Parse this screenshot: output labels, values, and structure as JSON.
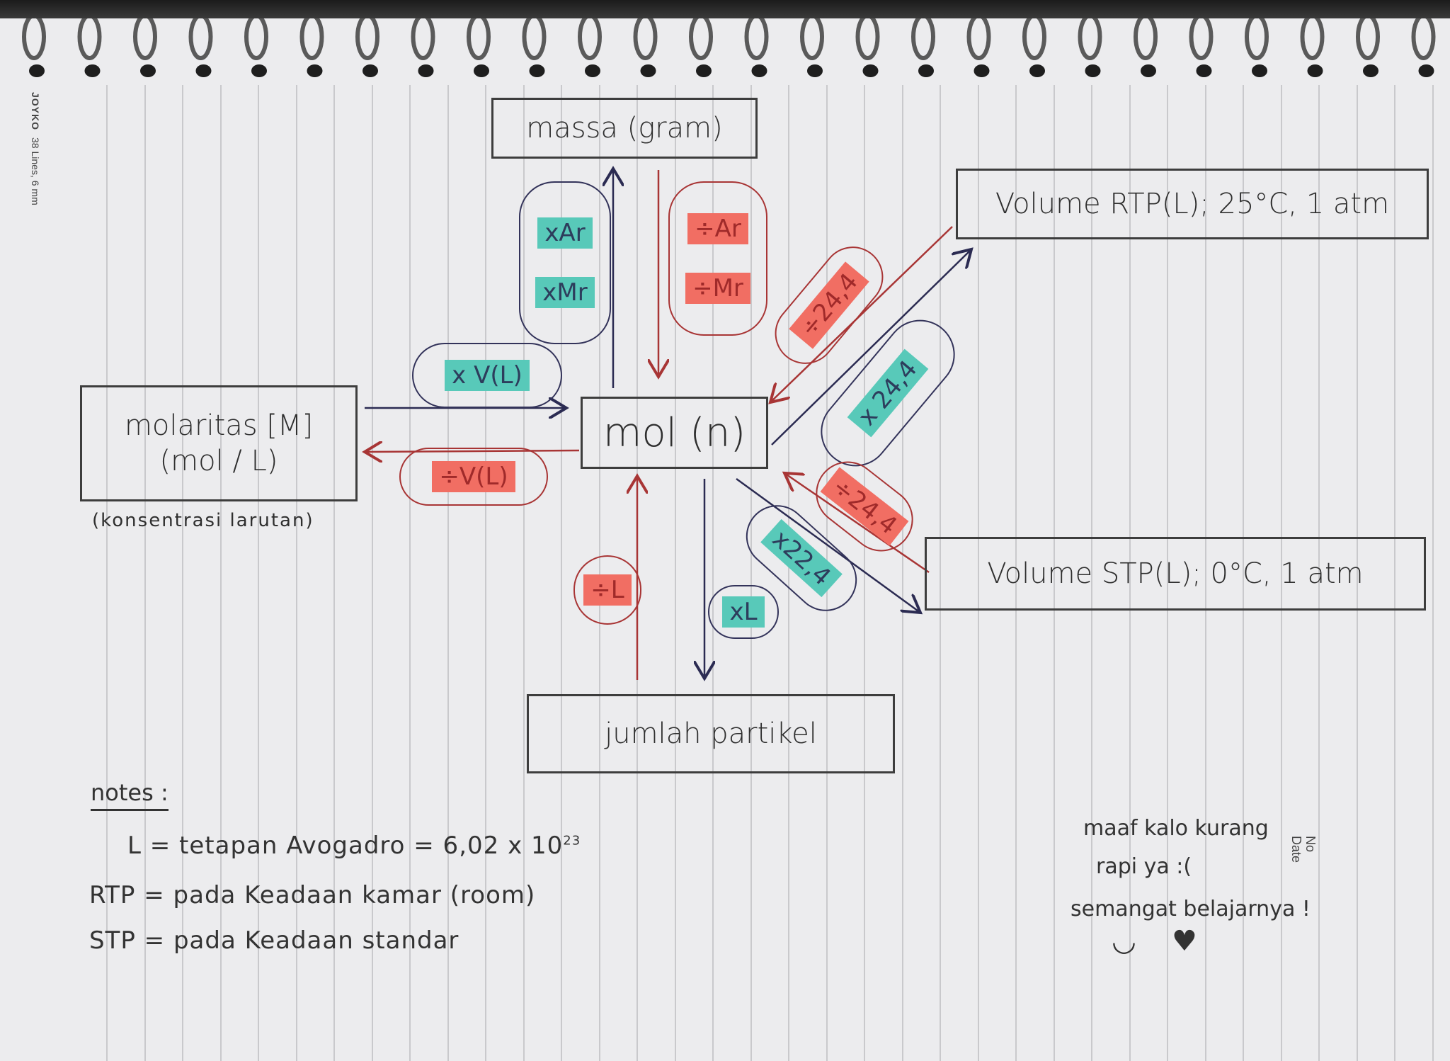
{
  "brand": {
    "name": "JOYKO",
    "spec": "38 Lines, 6 mm"
  },
  "boxes": {
    "mol": "mol (n)",
    "massa": "massa (gram)",
    "vol_rtp": "Volume RTP(L); 25°C, 1 atm",
    "vol_stp": "Volume STP(L); 0°C, 1 atm",
    "molaritas": "molaritas [M]\n(mol / L)",
    "jumlah": "jumlah partikel"
  },
  "molaritas_caption": "(konsentrasi larutan)",
  "factors": {
    "x_ar": "xAr",
    "x_mr": "xMr",
    "div_ar": "÷Ar",
    "div_mr": "÷Mr",
    "div_24_top": "÷24,4",
    "x_24": "x 24,4",
    "x_v": "x V(L)",
    "div_v": "÷V(L)",
    "div_24_bottom": "÷24,4",
    "x_22": "x22,4",
    "div_l": "÷L",
    "x_l": "xL"
  },
  "notes": {
    "title": "notes :",
    "line1": "L = tetapan Avogadro = 6,02 x 10",
    "line1_exp": "23",
    "line2": "RTP = pada Keadaan kamar (room)",
    "line3": "STP = pada Keadaan standar"
  },
  "side_message": {
    "line1": "maaf kalo kurang",
    "line2": "rapi ya :(",
    "line3": "semangat belajarnya !"
  },
  "corner": "No\nDate",
  "colors": {
    "teal_highlight": "#58c9b9",
    "red_highlight": "#f16e63",
    "arrow_navy": "#2b2b52",
    "arrow_red": "#a83535"
  }
}
